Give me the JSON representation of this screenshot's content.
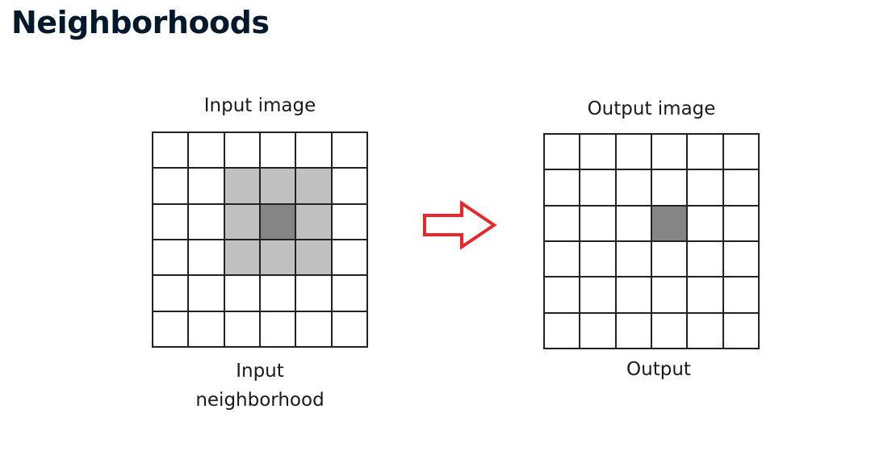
{
  "title": "Neighborhoods",
  "input_grid": {
    "caption": "Input image",
    "rows": 6,
    "cols": 6,
    "neighborhood_cells": [
      [
        1,
        2
      ],
      [
        1,
        3
      ],
      [
        1,
        4
      ],
      [
        2,
        2
      ],
      [
        2,
        4
      ],
      [
        3,
        2
      ],
      [
        3,
        3
      ],
      [
        3,
        4
      ]
    ],
    "center_cell": [
      2,
      3
    ],
    "bottom_caption_line1": "Input",
    "bottom_caption_line2": "neighborhood"
  },
  "output_grid": {
    "caption": "Output image",
    "rows": 6,
    "cols": 6,
    "center_cell": [
      2,
      3
    ],
    "bottom_caption": "Output"
  },
  "colors": {
    "title": "#05192d",
    "neighborhood": "#c0c0c0",
    "center": "#858585",
    "arrow": "#e8262b",
    "grid_line": "#222222"
  },
  "arrow_icon": "right-arrow-icon"
}
